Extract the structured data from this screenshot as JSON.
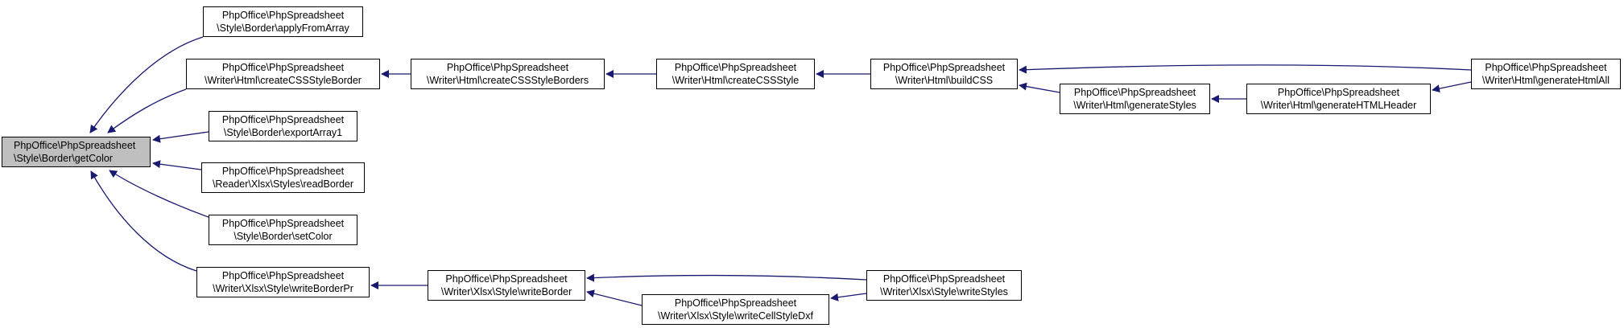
{
  "nodes": {
    "getColor": {
      "line1": "PhpOffice\\PhpSpreadsheet",
      "line2": "\\Style\\Border\\getColor"
    },
    "applyFromArray": {
      "line1": "PhpOffice\\PhpSpreadsheet",
      "line2": "\\Style\\Border\\applyFromArray"
    },
    "createCSSStyleBorder": {
      "line1": "PhpOffice\\PhpSpreadsheet",
      "line2": "\\Writer\\Html\\createCSSStyleBorder"
    },
    "exportArray1": {
      "line1": "PhpOffice\\PhpSpreadsheet",
      "line2": "\\Style\\Border\\exportArray1"
    },
    "readBorder": {
      "line1": "PhpOffice\\PhpSpreadsheet",
      "line2": "\\Reader\\Xlsx\\Styles\\readBorder"
    },
    "setColor": {
      "line1": "PhpOffice\\PhpSpreadsheet",
      "line2": "\\Style\\Border\\setColor"
    },
    "writeBorderPr": {
      "line1": "PhpOffice\\PhpSpreadsheet",
      "line2": "\\Writer\\Xlsx\\Style\\writeBorderPr"
    },
    "createCSSStyleBorders": {
      "line1": "PhpOffice\\PhpSpreadsheet",
      "line2": "\\Writer\\Html\\createCSSStyleBorders"
    },
    "createCSSStyle": {
      "line1": "PhpOffice\\PhpSpreadsheet",
      "line2": "\\Writer\\Html\\createCSSStyle"
    },
    "buildCSS": {
      "line1": "PhpOffice\\PhpSpreadsheet",
      "line2": "\\Writer\\Html\\buildCSS"
    },
    "generateStyles": {
      "line1": "PhpOffice\\PhpSpreadsheet",
      "line2": "\\Writer\\Html\\generateStyles"
    },
    "generateHTMLHeader": {
      "line1": "PhpOffice\\PhpSpreadsheet",
      "line2": "\\Writer\\Html\\generateHTMLHeader"
    },
    "generateHtmlAll": {
      "line1": "PhpOffice\\PhpSpreadsheet",
      "line2": "\\Writer\\Html\\generateHtmlAll"
    },
    "writeBorder": {
      "line1": "PhpOffice\\PhpSpreadsheet",
      "line2": "\\Writer\\Xlsx\\Style\\writeBorder"
    },
    "writeCellStyleDxf": {
      "line1": "PhpOffice\\PhpSpreadsheet",
      "line2": "\\Writer\\Xlsx\\Style\\writeCellStyleDxf"
    },
    "writeStyles": {
      "line1": "PhpOffice\\PhpSpreadsheet",
      "line2": "\\Writer\\Xlsx\\Style\\writeStyles"
    }
  },
  "edges": [
    {
      "from": "applyFromArray",
      "to": "getColor"
    },
    {
      "from": "createCSSStyleBorder",
      "to": "getColor"
    },
    {
      "from": "exportArray1",
      "to": "getColor"
    },
    {
      "from": "readBorder",
      "to": "getColor"
    },
    {
      "from": "setColor",
      "to": "getColor"
    },
    {
      "from": "writeBorderPr",
      "to": "getColor"
    },
    {
      "from": "createCSSStyleBorders",
      "to": "createCSSStyleBorder"
    },
    {
      "from": "createCSSStyle",
      "to": "createCSSStyleBorders"
    },
    {
      "from": "buildCSS",
      "to": "createCSSStyle"
    },
    {
      "from": "generateHtmlAll",
      "to": "buildCSS"
    },
    {
      "from": "generateStyles",
      "to": "buildCSS"
    },
    {
      "from": "generateHTMLHeader",
      "to": "generateStyles"
    },
    {
      "from": "generateHtmlAll",
      "to": "generateHTMLHeader"
    },
    {
      "from": "writeBorder",
      "to": "writeBorderPr"
    },
    {
      "from": "writeStyles",
      "to": "writeBorder"
    },
    {
      "from": "writeCellStyleDxf",
      "to": "writeBorder"
    },
    {
      "from": "writeStyles",
      "to": "writeCellStyleDxf"
    }
  ],
  "colors": {
    "edge": "#191970",
    "root_fill": "#bfbfbf",
    "node_fill": "#ffffff",
    "border": "#000000"
  }
}
